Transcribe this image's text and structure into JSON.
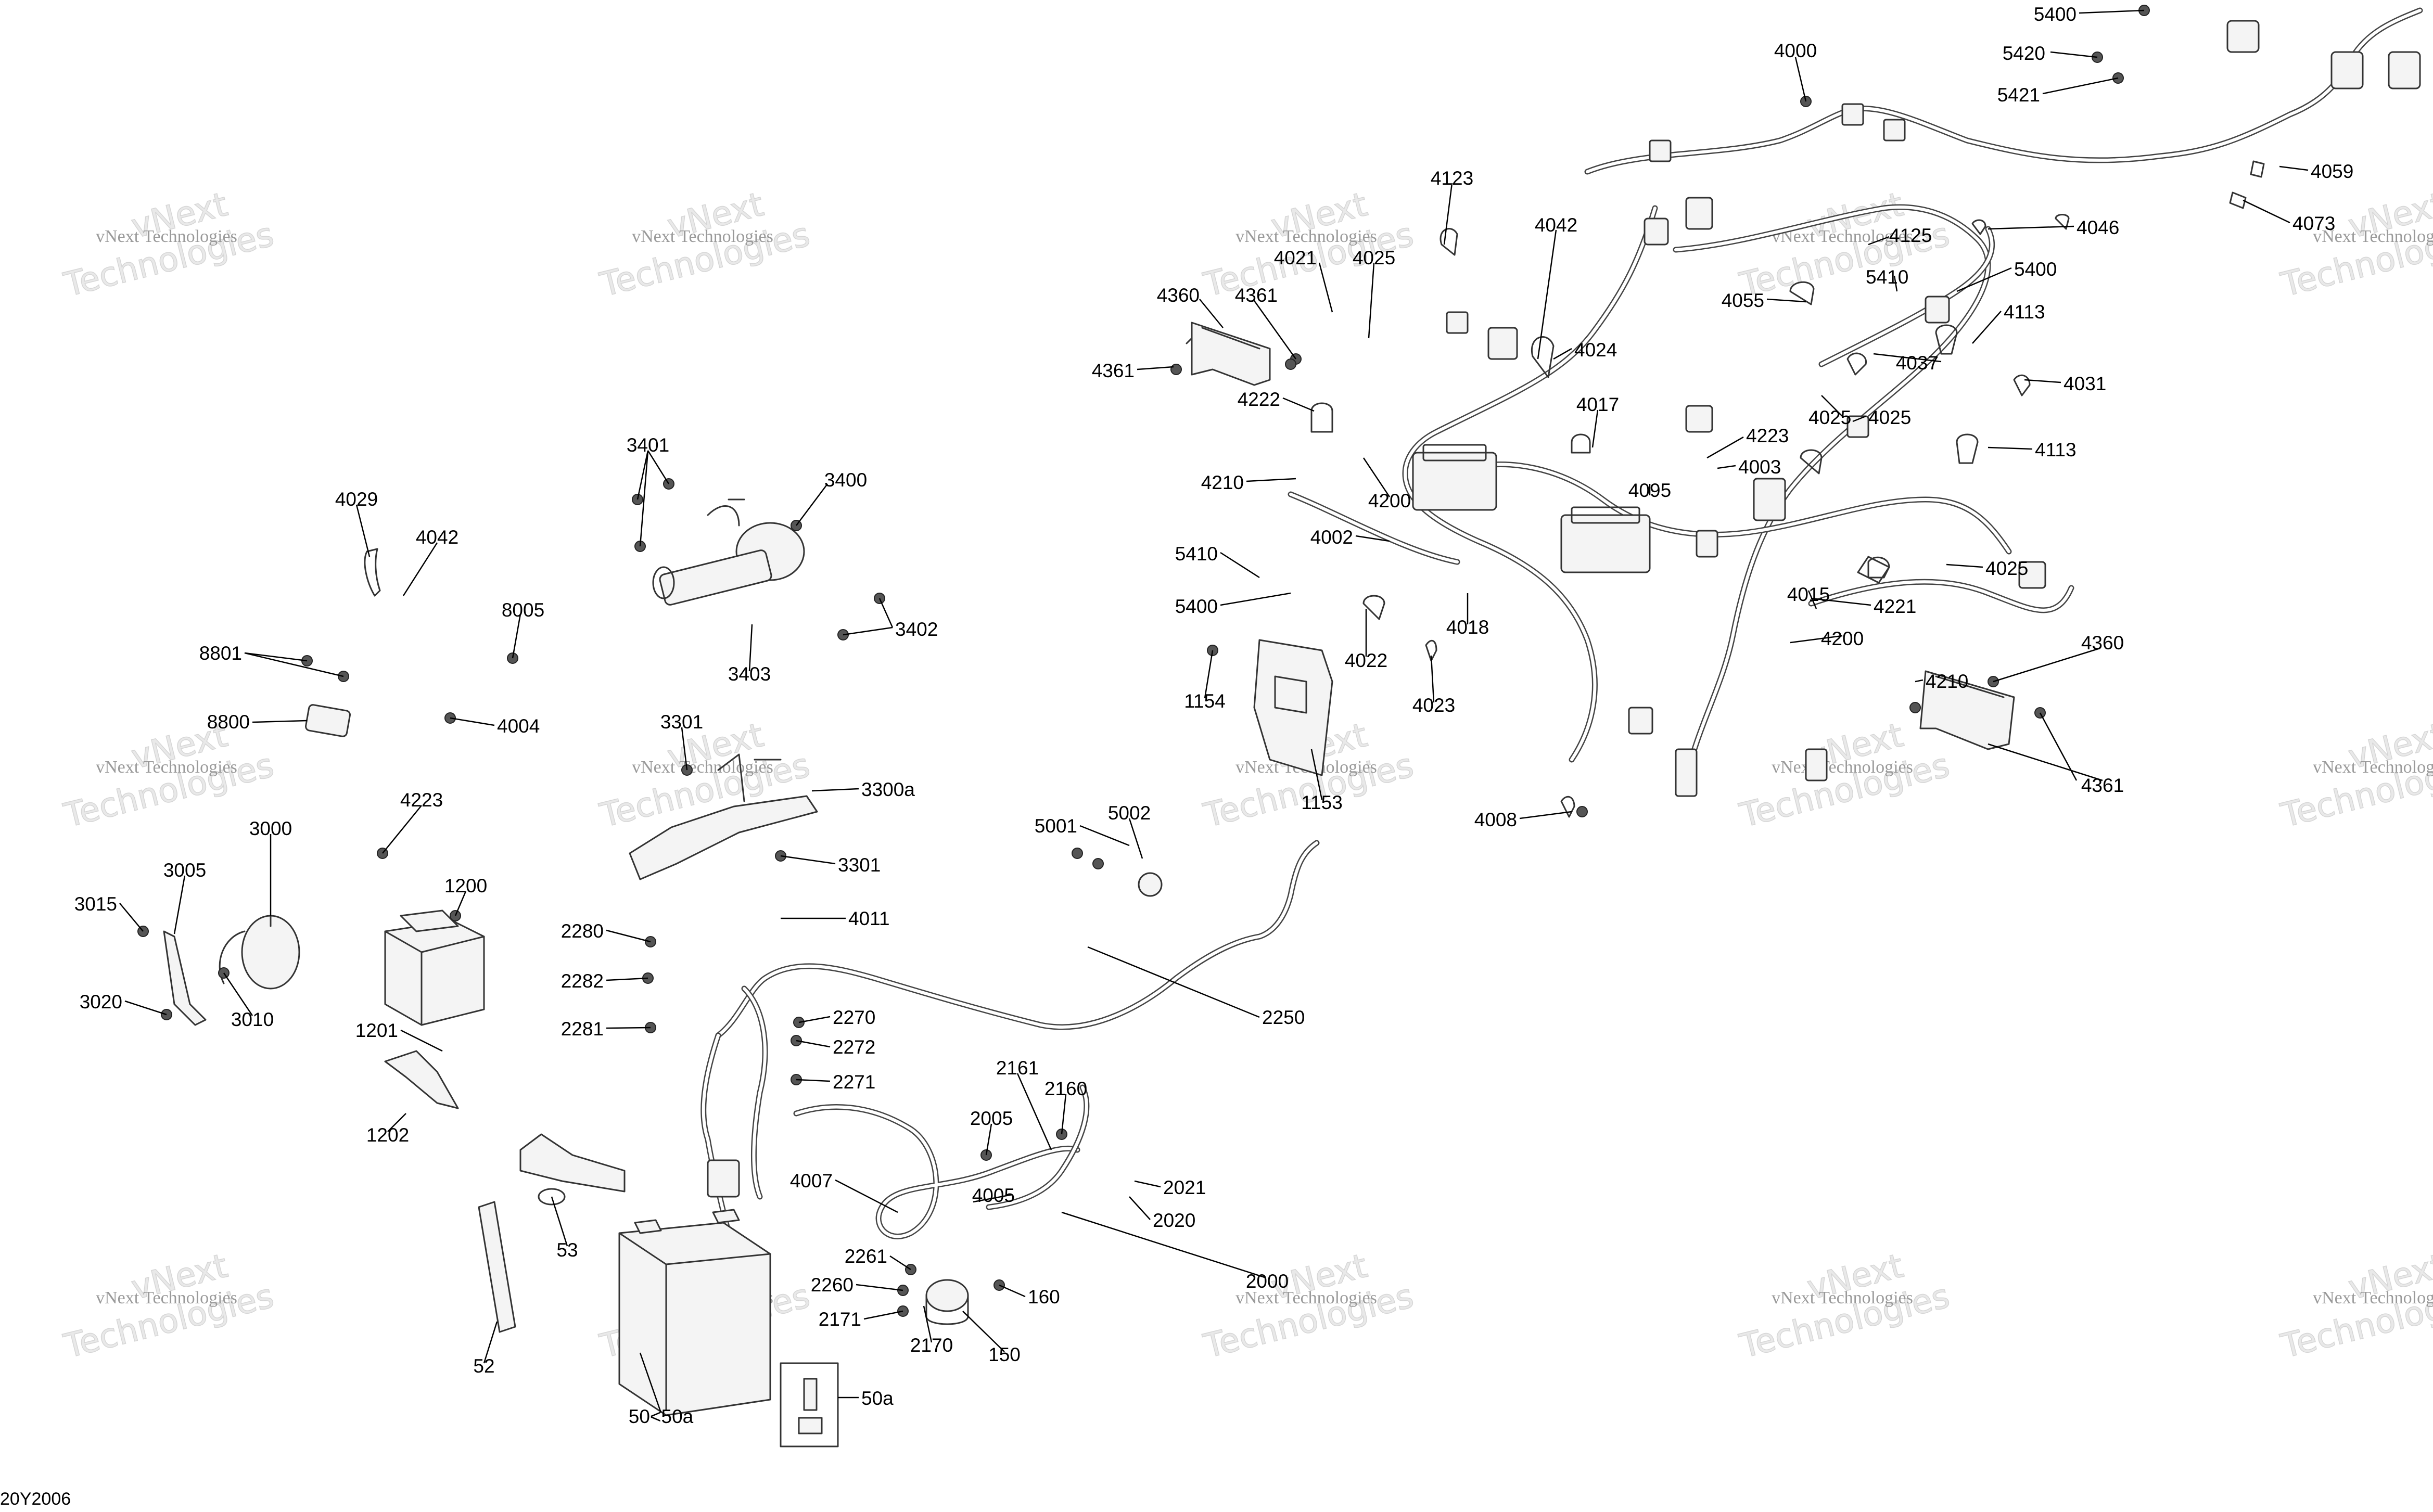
{
  "drawing_code": "20Y2006",
  "watermark": {
    "line1": "vNext Technologies",
    "line2": "vNext",
    "line3": "Technologies"
  },
  "callouts": [
    "4000",
    "5400",
    "5420",
    "5421",
    "4059",
    "4073",
    "4046",
    "4125",
    "5410",
    "5400",
    "4055",
    "4113",
    "4031",
    "4037",
    "4025",
    "4025",
    "4113",
    "4123",
    "4042",
    "4021",
    "4025",
    "4360",
    "4361",
    "4361",
    "4024",
    "4017",
    "4223",
    "4003",
    "4095",
    "4222",
    "4210",
    "4200",
    "4002",
    "5410",
    "5400",
    "4025",
    "4015",
    "4221",
    "4200",
    "4210",
    "4018",
    "4022",
    "4023",
    "1154",
    "1153",
    "4360",
    "4361",
    "4008",
    "3401",
    "3400",
    "3402",
    "3403",
    "4029",
    "4042",
    "8005",
    "8801",
    "8800",
    "4004",
    "3301",
    "3300a",
    "3301",
    "4223",
    "3000",
    "3005",
    "3015",
    "3020",
    "3010",
    "1200",
    "1201",
    "1202",
    "5001",
    "5002",
    "4011",
    "2280",
    "2282",
    "2281",
    "2270",
    "2272",
    "2271",
    "2250",
    "2161",
    "2160",
    "2005",
    "4007",
    "4005",
    "2021",
    "2020",
    "2000",
    "2261",
    "2260",
    "2171",
    "2170",
    "160",
    "150",
    "53",
    "52",
    "50<50a",
    "50a"
  ]
}
